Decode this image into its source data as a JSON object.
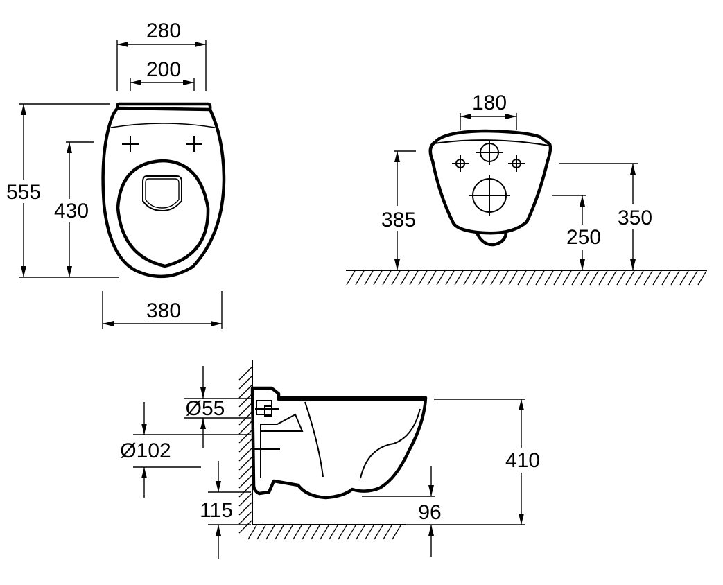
{
  "top_view": {
    "dim_seat_width": "280",
    "dim_fixing_spacing": "200",
    "dim_total_length": "555",
    "dim_fixing_to_front": "430",
    "dim_overall_width": "380"
  },
  "rear_view": {
    "dim_fixing_spacing": "180",
    "dim_rim_height": "385",
    "dim_waste_height": "350",
    "dim_outlet_height": "250"
  },
  "side_view": {
    "dim_inlet_diameter": "Ø55",
    "dim_outlet_diameter": "Ø102",
    "dim_outlet_centre_height": "115",
    "dim_overall_height": "410",
    "dim_trap_clearance": "96"
  },
  "colors": {
    "line": "#000000",
    "background": "#ffffff"
  }
}
